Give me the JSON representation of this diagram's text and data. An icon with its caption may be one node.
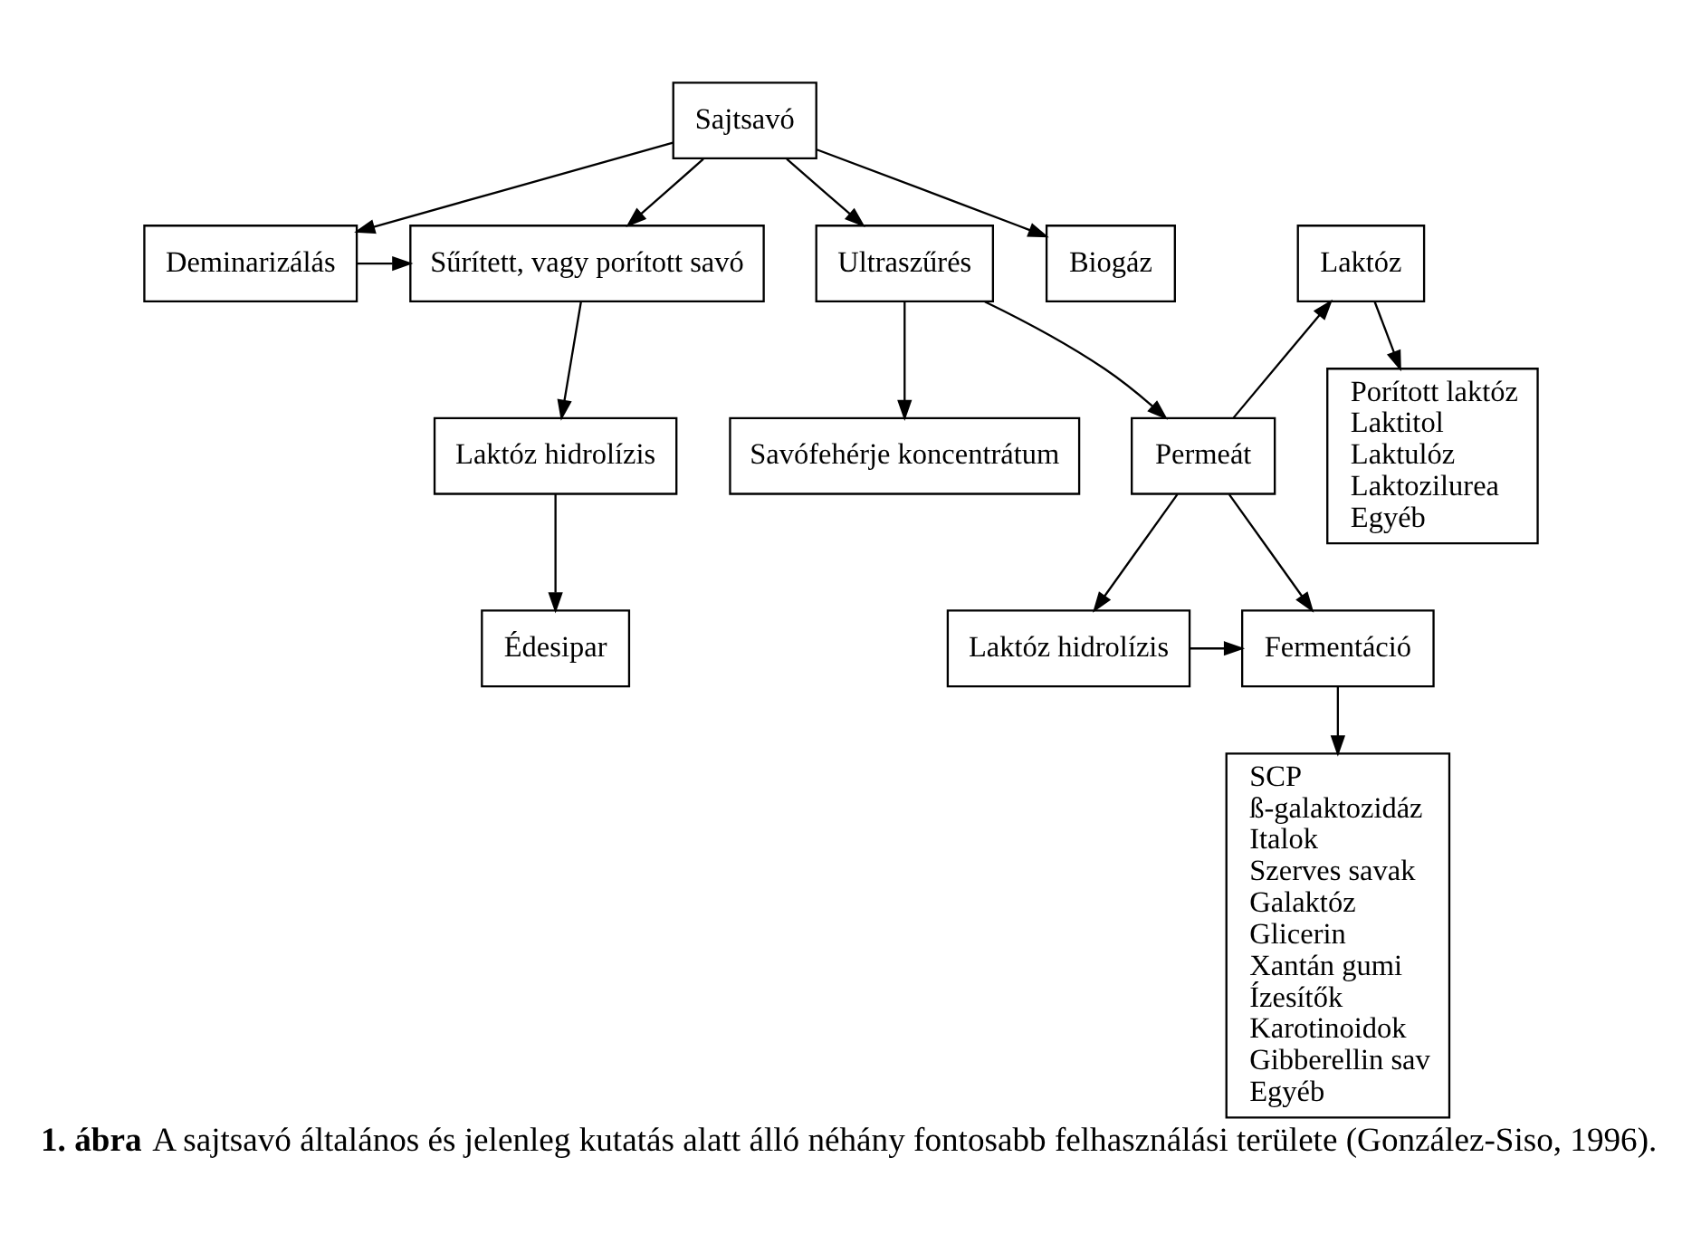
{
  "diagram": {
    "caption": "**1. ábra** A sajtsavó általános és jelenleg kutatás alatt álló néhány fontosabb felhasználási területe (González-Siso, 1996).",
    "nodes": [
      {
        "text": [
          "Sajtsavó"
        ]
      },
      {
        "text": [
          "Sűrített, vagy porított savó"
        ]
      },
      {
        "text": [
          "Deminarizálás"
        ]
      },
      {
        "text": [
          "Laktóz"
        ]
      },
      {
        "text": [
          "Ultraszűrés"
        ]
      },
      {
        "text": [
          "Biogáz"
        ]
      },
      {
        "text": [
          "Laktóz hidrolízis"
        ]
      },
      {
        "text": [
          "Porított laktóz",
          "Laktitol",
          "Laktulóz",
          "Laktozilurea",
          "Egyéb"
        ]
      },
      {
        "text": [
          "Permeát"
        ]
      },
      {
        "text": [
          "Savófehérje koncentrátum"
        ]
      },
      {
        "text": [
          "Édesipar"
        ]
      },
      {
        "text": [
          "Laktóz hidrolízis"
        ]
      },
      {
        "text": [
          "Fermentáció"
        ]
      },
      {
        "text": [
          "SCP",
          "ß-galaktozidáz",
          "Italok",
          "Szerves savak",
          "Galaktóz",
          "Glicerin",
          "Xantán gumi",
          "Ízesítők",
          "Karotinoidok",
          "Gibberellin sav",
          "Egyéb"
        ]
      }
    ],
    "edges": [
      {
        "from": 0,
        "to": 1,
        "arrow": "to"
      },
      {
        "from": 0,
        "to": 2,
        "arrow": "to"
      },
      {
        "from": 0,
        "to": 4,
        "arrow": "to"
      },
      {
        "from": 0,
        "to": 5,
        "arrow": "to"
      },
      {
        "from": 2,
        "to": 1,
        "arrow": "to"
      },
      {
        "from": 1,
        "to": 6,
        "arrow": "to"
      },
      {
        "from": 6,
        "to": 10,
        "arrow": "to"
      },
      {
        "from": 3,
        "to": 7,
        "arrow": "to"
      },
      {
        "from": 8,
        "to": 3,
        "arrow": "to"
      },
      {
        "from": 4,
        "to": 8,
        "arrow": "to"
      },
      {
        "from": 4,
        "to": 9,
        "arrow": "to"
      },
      {
        "from": 8,
        "to": 11,
        "arrow": "to"
      },
      {
        "from": 8,
        "to": 12,
        "arrow": "to"
      },
      {
        "from": 11,
        "to": 12,
        "arrow": "to"
      },
      {
        "from": 12,
        "to": 13,
        "arrow": "to"
      }
    ]
  }
}
